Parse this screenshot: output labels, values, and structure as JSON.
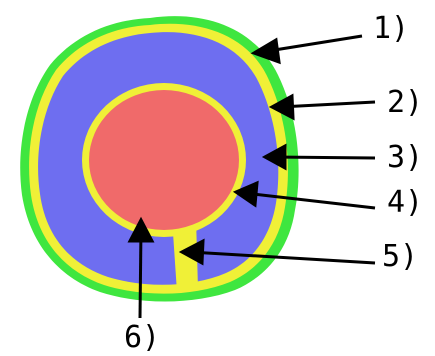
{
  "labels": {
    "l1": "1)",
    "l2": "2)",
    "l3": "3)",
    "l4": "4)",
    "l5": "5)",
    "l6": "6)"
  },
  "colors": {
    "outer_layer": "#3fe63f",
    "yellow_layer": "#f0f037",
    "blue_layer": "#6e6ef0",
    "core": "#f06a6a",
    "arrow": "#000000"
  }
}
